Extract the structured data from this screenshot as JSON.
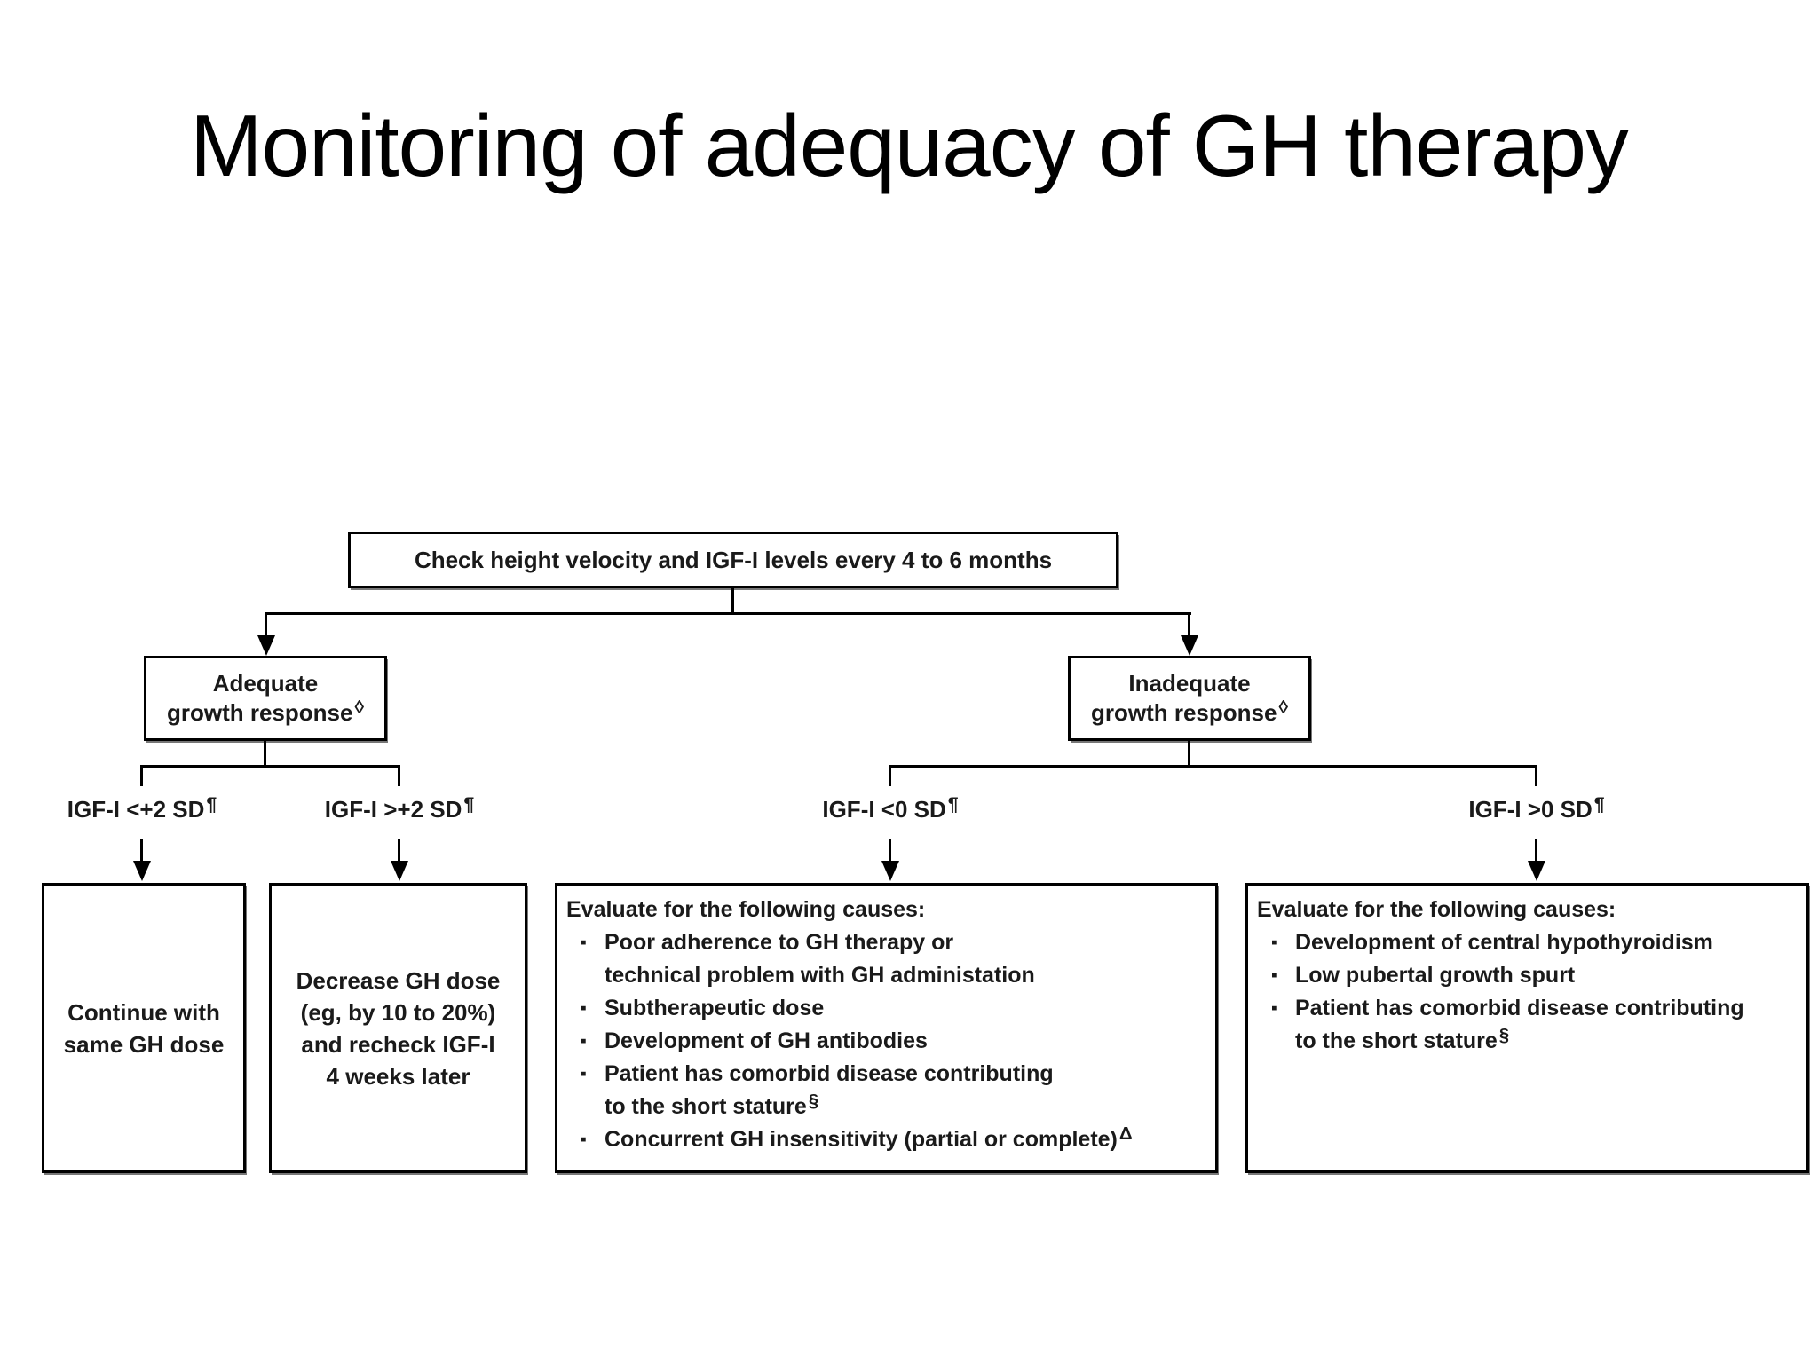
{
  "title": "Monitoring of adequacy of GH therapy",
  "flowchart": {
    "bullet_glyph": "▪",
    "root": {
      "text": "Check height velocity and IGF-I levels every 4 to 6 months"
    },
    "adequate": {
      "line1": "Adequate",
      "line2": "growth response",
      "marker": "◊"
    },
    "inadequate": {
      "line1": "Inadequate",
      "line2": "growth response",
      "marker": "◊"
    },
    "labels": {
      "lt_plus2": {
        "text": "IGF-I <+2 SD",
        "marker": "¶"
      },
      "gt_plus2": {
        "text": "IGF-I >+2 SD",
        "marker": "¶"
      },
      "lt_0": {
        "text": "IGF-I <0 SD",
        "marker": "¶"
      },
      "gt_0": {
        "text": "IGF-I >0 SD",
        "marker": "¶"
      }
    },
    "outcomes": {
      "continue": {
        "text": "Continue with\nsame GH dose"
      },
      "decrease": {
        "text": "Decrease GH dose\n(eg, by 10 to 20%)\nand recheck IGF-I\n4 weeks later"
      },
      "evaluate_low": {
        "header": "Evaluate for the following causes:",
        "bullets": [
          {
            "text": "Poor adherence to GH therapy or\ntechnical problem with GH administation",
            "marker": ""
          },
          {
            "text": "Subtherapeutic dose",
            "marker": ""
          },
          {
            "text": "Development of GH antibodies",
            "marker": ""
          },
          {
            "text": "Patient has comorbid disease contributing\nto the short stature",
            "marker": "§"
          },
          {
            "text": "Concurrent GH insensitivity (partial or complete)",
            "marker": "Δ"
          }
        ]
      },
      "evaluate_high": {
        "header": "Evaluate for the following causes:",
        "bullets": [
          {
            "text": "Development of central hypothyroidism",
            "marker": ""
          },
          {
            "text": "Low pubertal growth spurt",
            "marker": ""
          },
          {
            "text": "Patient has comorbid disease contributing\nto the short stature",
            "marker": "§"
          }
        ]
      }
    }
  }
}
